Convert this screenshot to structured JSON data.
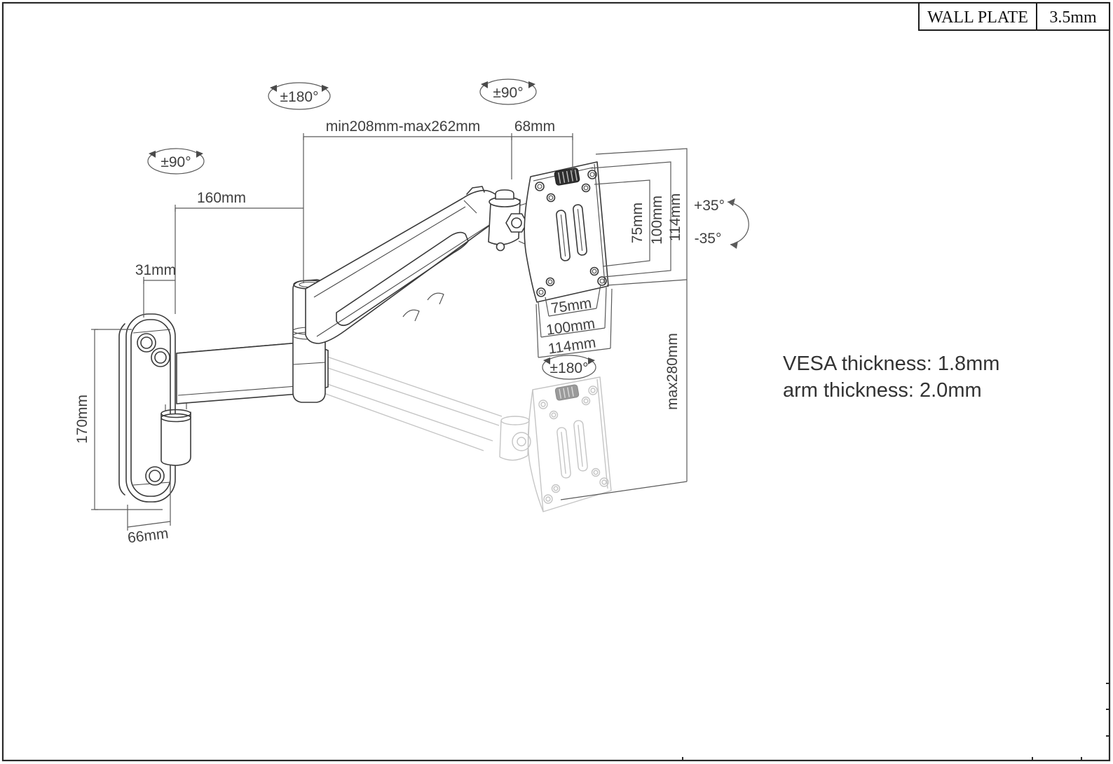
{
  "title_block": {
    "part": "WALL PLATE",
    "value": "3.5mm"
  },
  "notes": {
    "line1": "VESA thickness: 1.8mm",
    "line2": "arm thickness: 2.0mm"
  },
  "dims": {
    "extension_range": "min208mm-max262mm",
    "pivot_depth": "68mm",
    "arm_length": "160mm",
    "wall_offset": "31mm",
    "plate_height": "170mm",
    "plate_width": "66mm",
    "vesa_width_75": "75mm",
    "vesa_width_100": "100mm",
    "vesa_width_114": "114mm",
    "vesa_height_75": "75mm",
    "vesa_height_100": "100mm",
    "vesa_height_114": "114mm",
    "height_range": "max280mm"
  },
  "rotations": {
    "base_swivel": "±90°",
    "arm_rotation": "±180°",
    "head_swivel": "±90°",
    "vesa_rotation": "±180°",
    "tilt_up": "+35°",
    "tilt_down": "-35°"
  },
  "colors": {
    "line": "#3a3a3a",
    "dimension": "#5a5a5a",
    "ghost": "#c5c5c5",
    "background": "#ffffff"
  }
}
